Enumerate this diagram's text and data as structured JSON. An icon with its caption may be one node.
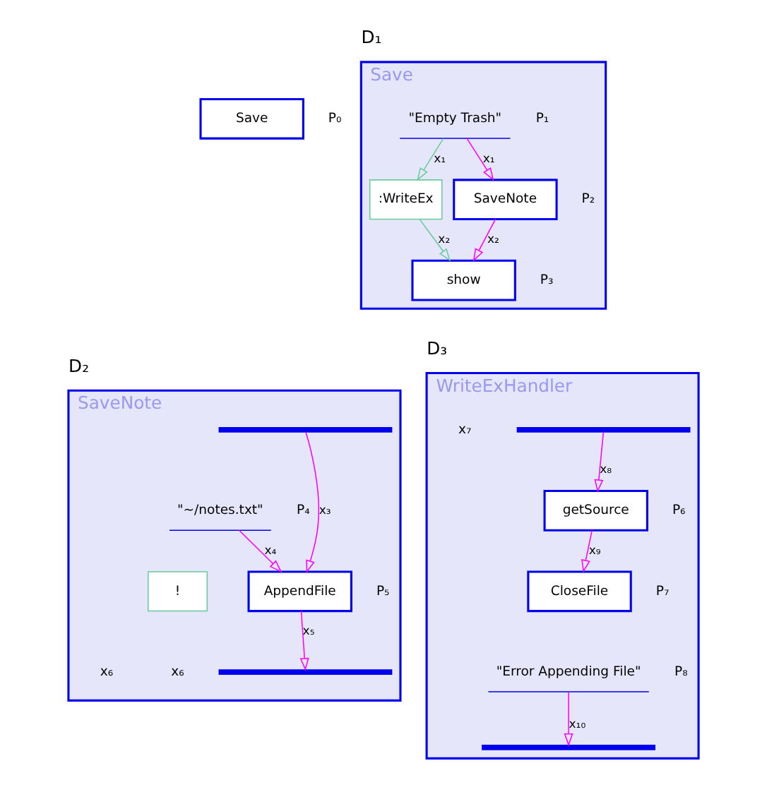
{
  "diagram": {
    "nodes": [
      {
        "text": [
          "Save"
        ],
        "beside": [
          "P₀"
        ]
      },
      {
        "text": [
          "Save"
        ],
        "beside": [
          "D₁"
        ]
      },
      {
        "text": [
          "\"Empty Trash\""
        ],
        "beside": [
          "P₁"
        ],
        "in": 1
      },
      {
        "text": [
          ":WriteEx"
        ],
        "in": 1
      },
      {
        "text": [
          "SaveNote"
        ],
        "beside": [
          "P₂"
        ],
        "in": 1
      },
      {
        "text": [
          "show"
        ],
        "beside": [
          "P₃"
        ],
        "in": 1
      },
      {
        "text": [
          "SaveNote"
        ],
        "beside": [
          "D₂"
        ]
      },
      {
        "text": [],
        "shape": "bar",
        "in": 6
      },
      {
        "text": [
          "\"~/notes.txt\""
        ],
        "beside": [
          "P₄"
        ],
        "in": 6
      },
      {
        "text": [
          "!"
        ],
        "in": 6
      },
      {
        "text": [
          "AppendFile"
        ],
        "beside": [
          "P₅"
        ],
        "in": 6
      },
      {
        "text": [],
        "shape": "bar",
        "in": 6
      },
      {
        "text": [
          "WriteExHandler"
        ],
        "beside": [
          "D₃"
        ]
      },
      {
        "text": [],
        "shape": "bar",
        "in": 12
      },
      {
        "text": [
          "getSource"
        ],
        "beside": [
          "P₆"
        ],
        "in": 12
      },
      {
        "text": [
          "CloseFile"
        ],
        "beside": [
          "P₇"
        ],
        "in": 12
      },
      {
        "text": [
          "\"Error Appending File\""
        ],
        "beside": [
          "P₈"
        ],
        "in": 12
      },
      {
        "text": [],
        "shape": "bar",
        "in": 12
      }
    ],
    "edges": [
      {
        "from": 2,
        "to": 3,
        "arrow": "to",
        "label": "x₁",
        "color": "#66cc99"
      },
      {
        "from": 2,
        "to": 4,
        "arrow": "to",
        "label": "x₁"
      },
      {
        "from": 3,
        "to": 5,
        "arrow": "to",
        "label": "x₂",
        "color": "#66cc99"
      },
      {
        "from": 4,
        "to": 5,
        "arrow": "to",
        "label": "x₂"
      },
      {
        "from": 7,
        "to": 10,
        "arrow": "to",
        "label": "x₃"
      },
      {
        "from": 8,
        "to": 10,
        "arrow": "to",
        "label": "x₄"
      },
      {
        "from": 10,
        "to": 11,
        "arrow": "to",
        "label": "x₅"
      },
      {
        "from": 13,
        "to": 14,
        "arrow": "to",
        "label": "x₈"
      },
      {
        "from": 14,
        "to": 15,
        "arrow": "to",
        "label": "x₉"
      },
      {
        "from": 16,
        "to": 17,
        "arrow": "to",
        "label": "x₁₀"
      }
    ],
    "labels": [
      "x₆",
      "x₆",
      "x₇"
    ]
  }
}
